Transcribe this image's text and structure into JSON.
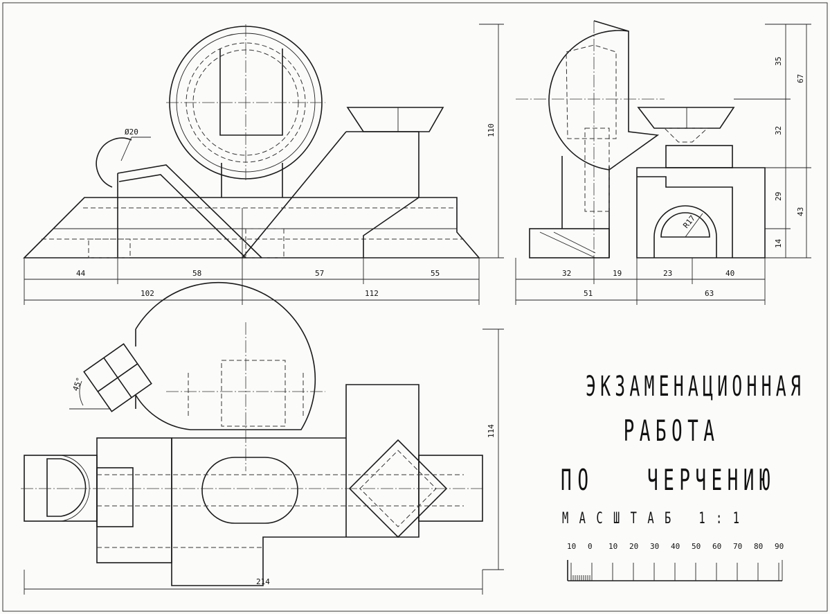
{
  "title": {
    "line1": "ЭКЗАМЕНАЦИОННАЯ",
    "line2": "РАБОТА",
    "line3a": "ПО",
    "line3b": "ЧЕРЧЕНИЮ"
  },
  "scale": {
    "label": "МАСШТАБ 1:1",
    "ticks": [
      "10",
      "0",
      "10",
      "20",
      "30",
      "40",
      "50",
      "60",
      "70",
      "80",
      "90"
    ]
  },
  "front_view": {
    "diameter_label": "Ø20",
    "bottom_dims": [
      "44",
      "58",
      "57",
      "55"
    ],
    "total_dims": [
      "102",
      "112"
    ],
    "height_dim": "110"
  },
  "side_view": {
    "right_dims_inner": [
      "35",
      "32",
      "29",
      "14"
    ],
    "right_dims_outer": [
      "67",
      "43"
    ],
    "bottom_dims": [
      "32",
      "19",
      "23",
      "40"
    ],
    "total_dims": [
      "51",
      "63"
    ],
    "radius_label": "R17"
  },
  "top_view": {
    "angle_label": "45°",
    "width_dim": "114",
    "length_dim": "214"
  },
  "colors": {
    "ink": "#1a1a1a",
    "paper": "#fbfbfa"
  }
}
